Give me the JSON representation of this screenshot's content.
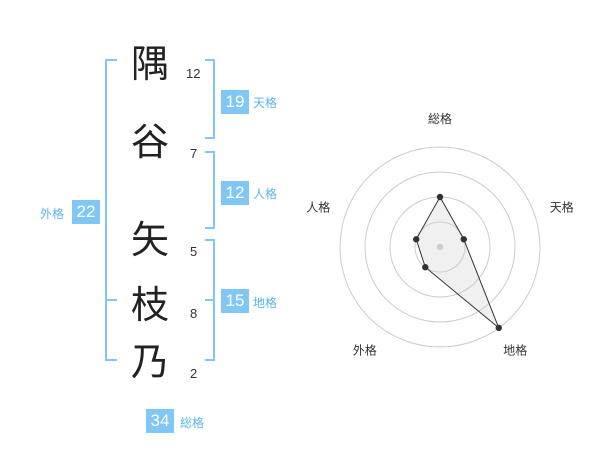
{
  "name": {
    "characters": [
      {
        "char": "隅",
        "strokes": "12"
      },
      {
        "char": "谷",
        "strokes": "7"
      },
      {
        "char": "矢",
        "strokes": "5"
      },
      {
        "char": "枝",
        "strokes": "8"
      },
      {
        "char": "乃",
        "strokes": "2"
      }
    ]
  },
  "fortune": {
    "tenkaku": {
      "value": "19",
      "label": "天格"
    },
    "jinkaku": {
      "value": "12",
      "label": "人格"
    },
    "chikaku": {
      "value": "15",
      "label": "地格"
    },
    "gaikaku": {
      "value": "22",
      "label": "外格"
    },
    "soukaku": {
      "value": "34",
      "label": "総格"
    }
  },
  "colors": {
    "accent": "#80c7f5",
    "label": "#5ab4ee",
    "ring": "#cccccc"
  },
  "chart_data": {
    "type": "radar",
    "axes": [
      "総格",
      "天格",
      "地格",
      "外格",
      "人格"
    ],
    "values": [
      2,
      1,
      4,
      1,
      1
    ],
    "rings": 4,
    "range": [
      0,
      4
    ]
  }
}
